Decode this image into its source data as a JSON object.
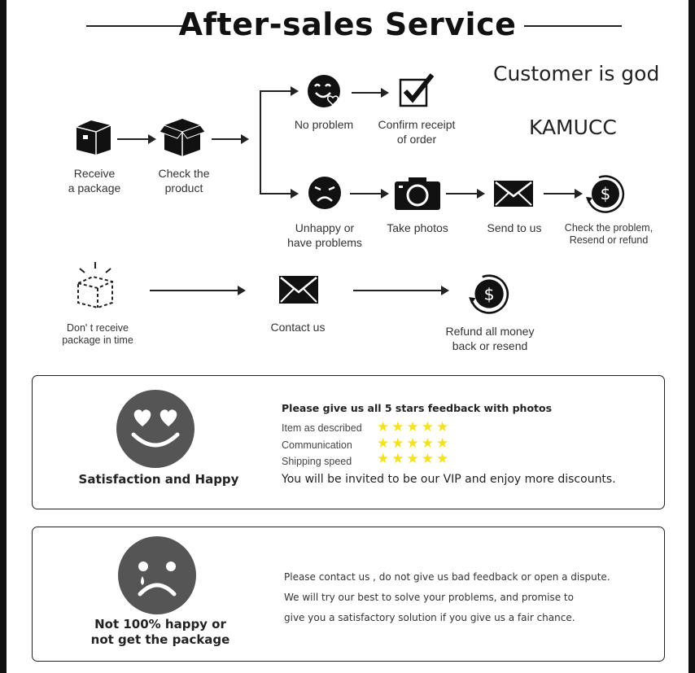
{
  "title": "After-sales Service",
  "slogan": "Customer is god",
  "brand": "KAMUCC",
  "flow": {
    "receive": "Receive\na package",
    "check": "Check the\nproduct",
    "no_problem": "No problem",
    "confirm": "Confirm receipt\nof order",
    "unhappy": "Unhappy or\nhave problems",
    "photos": "Take photos",
    "send": "Send to us",
    "check_problem": "Check the problem,\nResend or refund",
    "not_received": "Don' t receive\npackage in time",
    "contact": "Contact us",
    "refund_all": "Refund all money\nback or resend"
  },
  "happy": {
    "caption": "Satisfaction and Happy",
    "request": "Please give us all 5 stars feedback with photos",
    "ratings": [
      {
        "label": "Item as described",
        "stars": "★★★★★"
      },
      {
        "label": "Communication",
        "stars": "★★★★★"
      },
      {
        "label": "Shipping speed",
        "stars": "★★★★★"
      }
    ],
    "vip": "You will be invited to be our VIP and enjoy more discounts."
  },
  "unhappy": {
    "caption": "Not 100% happy or\nnot get the package",
    "lines": [
      "Please contact us , do not give us bad feedback or open a dispute.",
      "We will try our best to solve your problems, and promise to",
      "give you a satisfactory solution if you give us a fair chance."
    ]
  }
}
